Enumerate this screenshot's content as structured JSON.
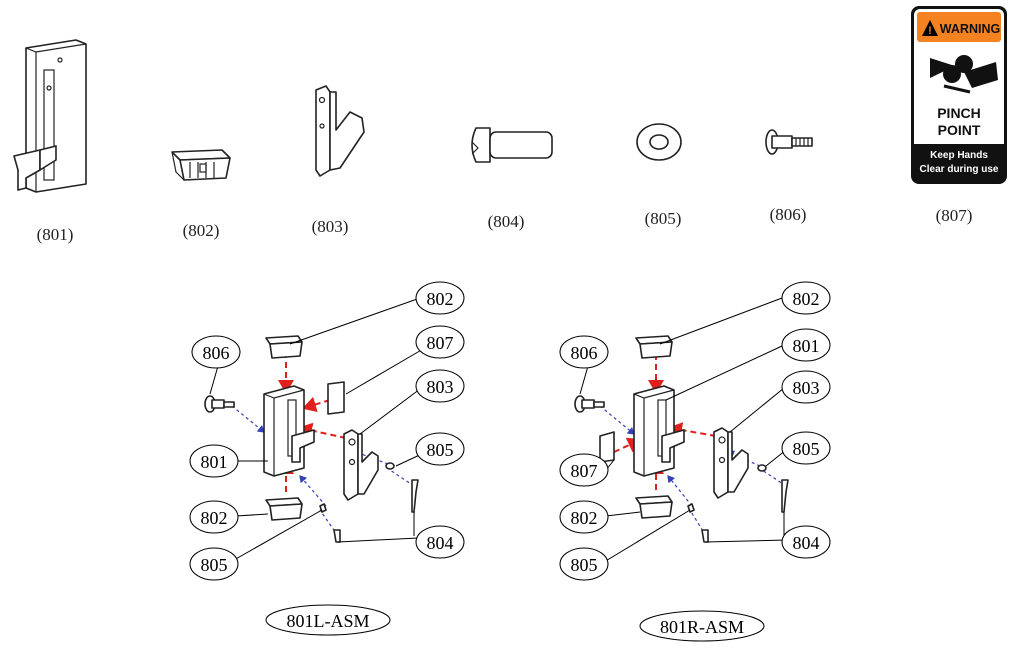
{
  "parts": [
    {
      "id": "801",
      "label": "(801)"
    },
    {
      "id": "802",
      "label": "(802)"
    },
    {
      "id": "803",
      "label": "(803)"
    },
    {
      "id": "804",
      "label": "(804)"
    },
    {
      "id": "805",
      "label": "(805)"
    },
    {
      "id": "806",
      "label": "(806)"
    },
    {
      "id": "807",
      "label": "(807)"
    }
  ],
  "warning_sign": {
    "header": "WARNING",
    "line1": "PINCH",
    "line2": "POINT",
    "footer1": "Keep Hands",
    "footer2": "Clear during use",
    "colors": {
      "header": "#f58220",
      "body": "#ffffff",
      "footer": "#111111"
    }
  },
  "assemblies": [
    {
      "name": "801L-ASM",
      "callouts": {
        "c802_top": "802",
        "c807": "807",
        "c806": "806",
        "c803": "803",
        "c805_right": "805",
        "c801": "801",
        "c802_bottom": "802",
        "c804": "804",
        "c805_left": "805"
      }
    },
    {
      "name": "801R-ASM",
      "callouts": {
        "c802_top": "802",
        "c801": "801",
        "c806": "806",
        "c803": "803",
        "c805_right": "805",
        "c807": "807",
        "c802_bottom": "802",
        "c804": "804",
        "c805_left": "805"
      }
    }
  ],
  "colors": {
    "red_arrow": "#e0201c",
    "blue_arrow": "#3340b8"
  }
}
